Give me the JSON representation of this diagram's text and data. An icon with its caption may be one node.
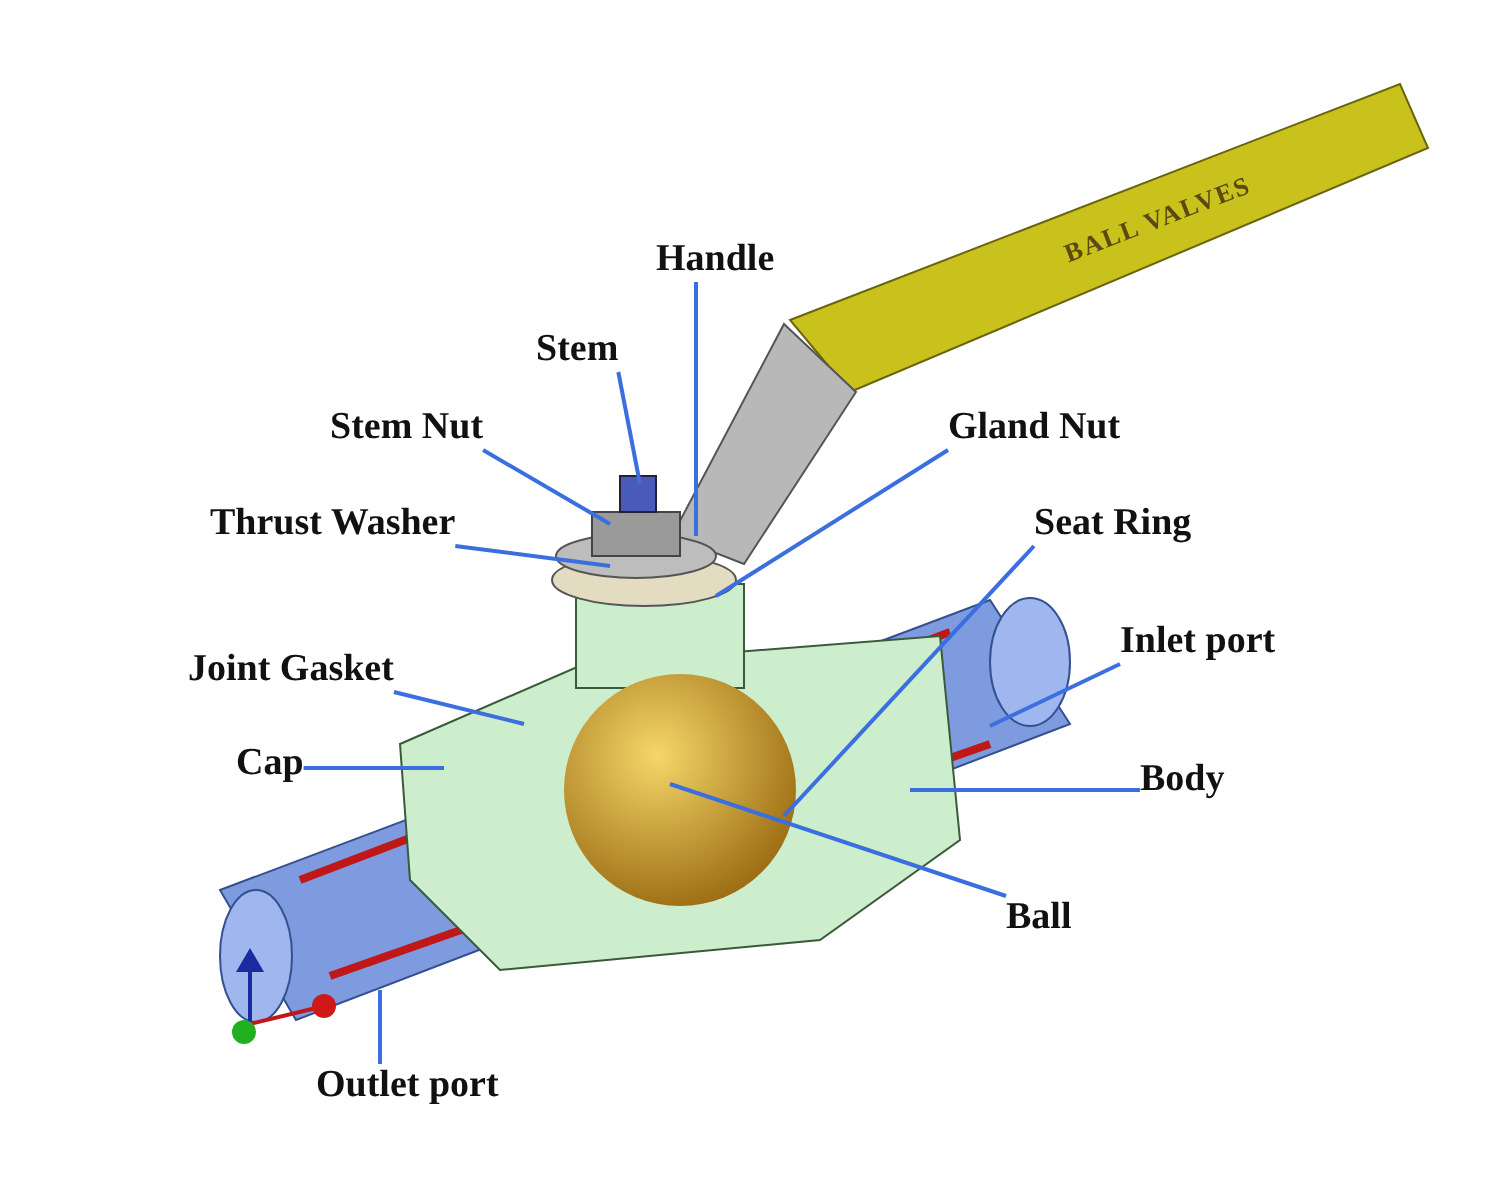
{
  "diagram": {
    "nodes": [
      {
        "text": [
          "Handle"
        ]
      },
      {
        "text": [
          "Stem"
        ]
      },
      {
        "text": [
          "Stem Nut"
        ]
      },
      {
        "text": [
          "Thrust Washer"
        ]
      },
      {
        "text": [
          "Gland Nut"
        ]
      },
      {
        "text": [
          "Seat Ring"
        ]
      },
      {
        "text": [
          "Joint Gasket"
        ]
      },
      {
        "text": [
          "Inlet port"
        ]
      },
      {
        "text": [
          "Cap"
        ]
      },
      {
        "text": [
          "Body"
        ]
      },
      {
        "text": [
          "Ball"
        ]
      },
      {
        "text": [
          "Outlet port"
        ]
      }
    ],
    "edges": [
      {
        "from": 0,
        "to": null,
        "arrow": "none"
      },
      {
        "from": 1,
        "to": null,
        "arrow": "none"
      },
      {
        "from": 2,
        "to": null,
        "arrow": "none"
      },
      {
        "from": 3,
        "to": null,
        "arrow": "none"
      },
      {
        "from": 4,
        "to": null,
        "arrow": "none"
      },
      {
        "from": 5,
        "to": null,
        "arrow": "none"
      },
      {
        "from": 6,
        "to": null,
        "arrow": "none"
      },
      {
        "from": 7,
        "to": null,
        "arrow": "none"
      },
      {
        "from": 8,
        "to": null,
        "arrow": "none"
      },
      {
        "from": 9,
        "to": null,
        "arrow": "none"
      },
      {
        "from": 10,
        "to": null,
        "arrow": "none"
      },
      {
        "from": 11,
        "to": null,
        "arrow": "none"
      }
    ],
    "labels": [
      "BALL VALVES"
    ]
  }
}
